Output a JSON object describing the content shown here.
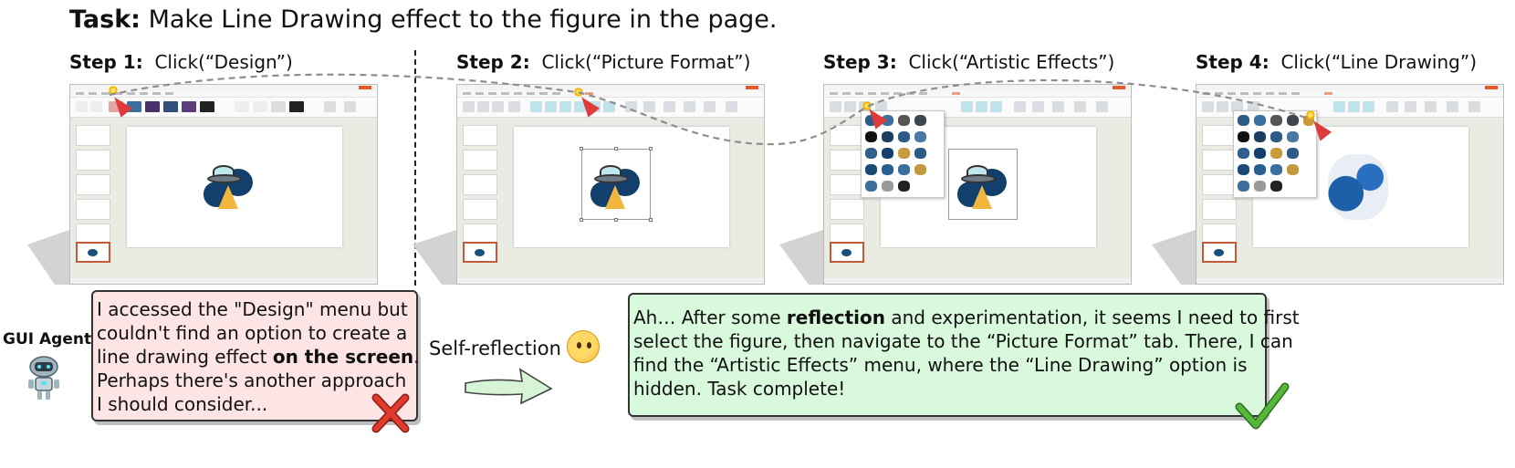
{
  "task": {
    "prefix": "Task:",
    "text": " Make Line Drawing effect to the figure in the page."
  },
  "steps": [
    {
      "label": "Step 1:",
      "action": "Click(“Design”)"
    },
    {
      "label": "Step 2:",
      "action": "Click(“Picture Format”)"
    },
    {
      "label": "Step 3:",
      "action": "Click(“Artistic Effects”)"
    },
    {
      "label": "Step 4:",
      "action": "Click(“Line Drawing”)"
    }
  ],
  "agent": {
    "label": "GUI Agent"
  },
  "failed_reasoning": {
    "line1": "I accessed the \"Design\" menu but",
    "line2": "couldn't find an option to create a",
    "line3_pre": "line drawing effect ",
    "line3_bold": "on the screen",
    "line3_post": ".",
    "line4": "Perhaps there's another approach",
    "line5": "I should consider..."
  },
  "reflection": {
    "label": "Self-reflection"
  },
  "success_reasoning": {
    "line1_pre": "Ah…  After some ",
    "line1_bold": "reflection",
    "line1_post": " and experimentation, it seems I need to first",
    "line2": "select the figure, then navigate to the “Picture Format” tab. There, I can",
    "line3": "find the “Artistic Effects” menu, where the “Line Drawing” option is",
    "line4": "hidden. Task complete!"
  },
  "colors": {
    "fail_bubble": "#fde5e6",
    "success_bubble": "#d8f9dc",
    "cursor": "#e03b3b",
    "fail_mark": "#e23b2e",
    "check_mark": "#56b83a",
    "arrow_fill": "#d7f5d6",
    "figure_blue": "#123f6b",
    "figure_beam": "#f1b63d"
  },
  "icons": {
    "cursor": "red-cursor-arrow-icon",
    "fail": "red-cross-icon",
    "success": "green-check-icon",
    "reflection": "thinking-face-icon",
    "agent": "robot-icon"
  }
}
